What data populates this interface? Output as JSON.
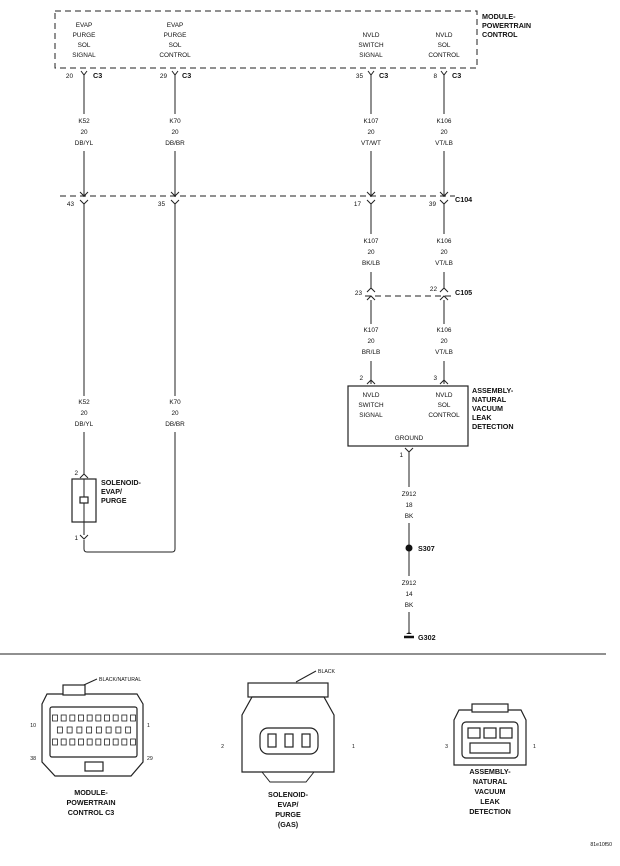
{
  "pcm": {
    "title": [
      "MODULE-",
      "POWERTRAIN",
      "CONTROL"
    ],
    "pins": [
      {
        "name": [
          "EVAP",
          "PURGE",
          "SOL",
          "SIGNAL"
        ],
        "cavity": "20",
        "connector": "C3"
      },
      {
        "name": [
          "EVAP",
          "PURGE",
          "SOL",
          "CONTROL"
        ],
        "cavity": "29",
        "connector": "C3"
      },
      {
        "name": [
          "NVLD",
          "SWITCH",
          "SIGNAL"
        ],
        "cavity": "35",
        "connector": "C3"
      },
      {
        "name": [
          "NVLD",
          "SOL",
          "CONTROL"
        ],
        "cavity": "8",
        "connector": "C3"
      }
    ]
  },
  "wires_upper": [
    {
      "lines": [
        "K52",
        "20",
        "DB/YL"
      ]
    },
    {
      "lines": [
        "K70",
        "20",
        "DB/BR"
      ]
    },
    {
      "lines": [
        "K107",
        "20",
        "VT/WT"
      ]
    },
    {
      "lines": [
        "K106",
        "20",
        "VT/LB"
      ]
    }
  ],
  "c104": {
    "label": "C104",
    "pins": [
      "43",
      "35",
      "17",
      "39"
    ]
  },
  "wires_mid": [
    {
      "lines": [
        "K107",
        "20",
        "BK/LB"
      ]
    },
    {
      "lines": [
        "K106",
        "20",
        "VT/LB"
      ]
    }
  ],
  "c105": {
    "label": "C105",
    "pins": [
      "23",
      "22"
    ]
  },
  "wires_lower": [
    {
      "lines": [
        "K107",
        "20",
        "BR/LB"
      ]
    },
    {
      "lines": [
        "K106",
        "20",
        "VT/LB"
      ]
    }
  ],
  "wires_left_lower": [
    {
      "lines": [
        "K52",
        "20",
        "DB/YL"
      ]
    },
    {
      "lines": [
        "K70",
        "20",
        "DB/BR"
      ]
    }
  ],
  "nvld": {
    "title": [
      "ASSEMBLY-",
      "NATURAL",
      "VACUUM",
      "LEAK",
      "DETECTION"
    ],
    "pins": [
      {
        "name": [
          "NVLD",
          "SWITCH",
          "SIGNAL"
        ],
        "cavity": "2"
      },
      {
        "name": [
          "NVLD",
          "SOL",
          "CONTROL"
        ],
        "cavity": "3"
      }
    ],
    "ground_label": "GROUND",
    "ground_cavity": "1"
  },
  "solenoid": {
    "title": [
      "SOLENOID-",
      "EVAP/",
      "PURGE"
    ],
    "pin_top": "2",
    "pin_bottom": "1"
  },
  "ground_wire_1": {
    "lines": [
      "Z912",
      "18",
      "BK"
    ]
  },
  "splice": {
    "label": "S307"
  },
  "ground_wire_2": {
    "lines": [
      "Z912",
      "14",
      "BK"
    ]
  },
  "ground": {
    "label": "G302"
  },
  "connector_views": [
    {
      "title": [
        "MODULE-",
        "POWERTRAIN",
        "CONTROL C3"
      ],
      "callout": "BLACK/NATURAL",
      "pin_labels": {
        "tl": "10",
        "tr": "1",
        "bl": "38",
        "br": "29"
      }
    },
    {
      "title": [
        "SOLENOID-",
        "EVAP/",
        "PURGE",
        "(GAS)"
      ],
      "callout": "BLACK",
      "pin_labels": {
        "left": "2",
        "right": "1"
      }
    },
    {
      "title": [
        "ASSEMBLY-",
        "NATURAL",
        "VACUUM",
        "LEAK",
        "DETECTION"
      ],
      "callout": "",
      "pin_labels": {
        "left": "3",
        "right": "1"
      }
    }
  ],
  "figure_id": "81e10f50"
}
